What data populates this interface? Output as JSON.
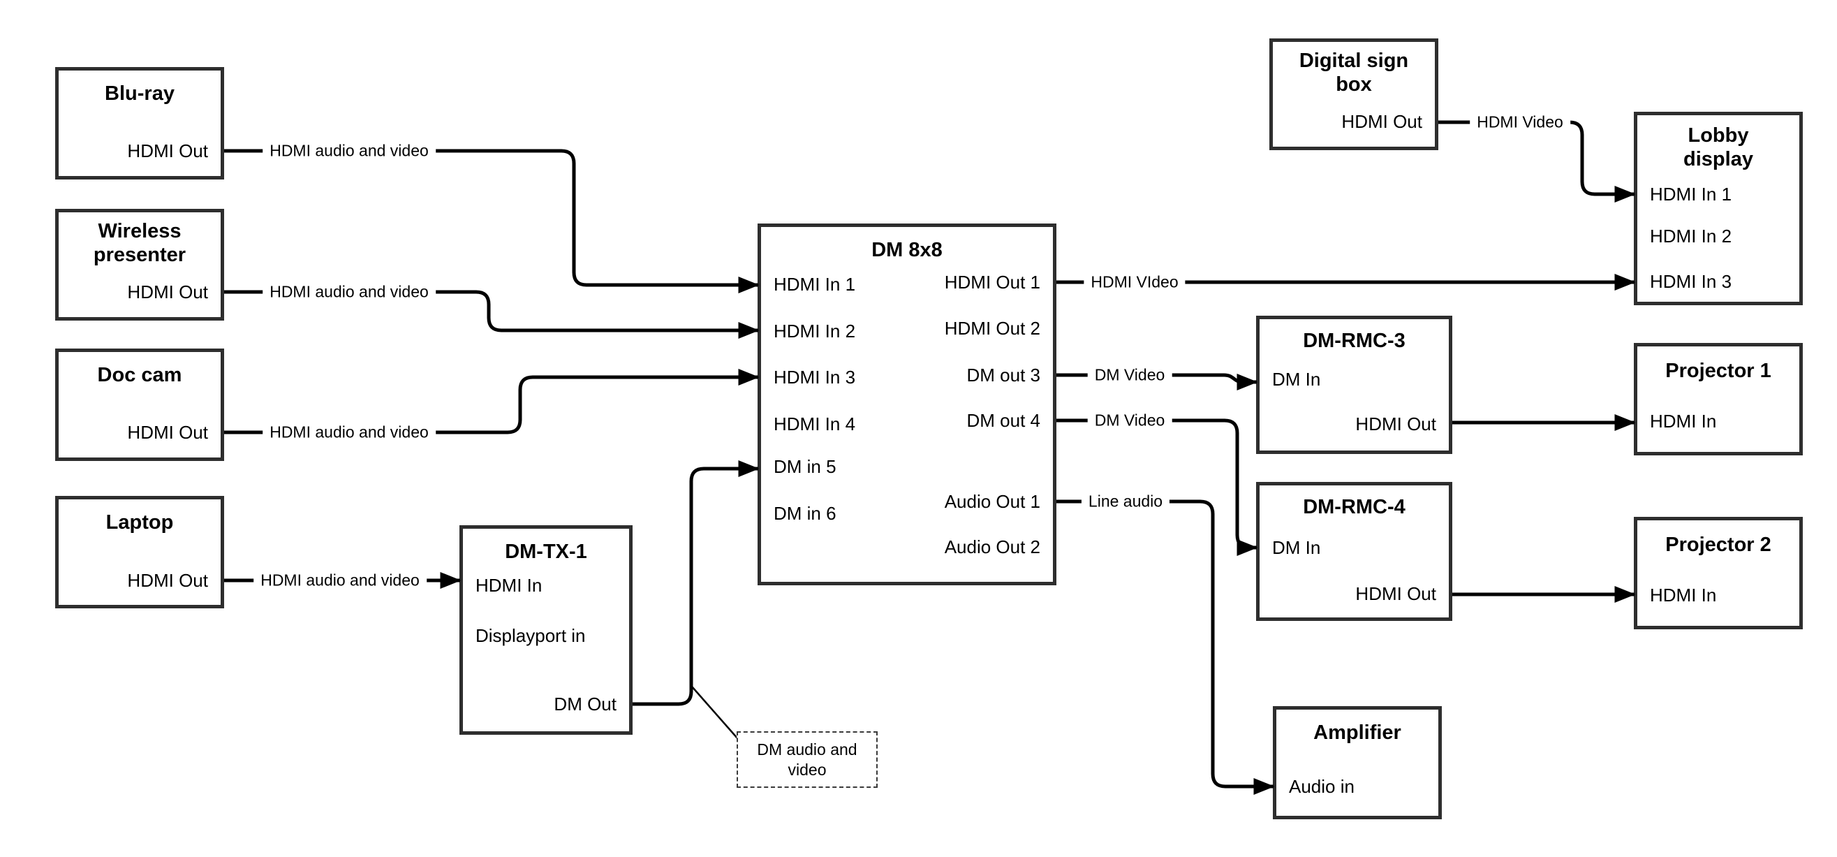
{
  "diagram": {
    "background_color": "#ffffff",
    "wire_color": "#000000",
    "box_border_color": "#2e2e2e"
  },
  "nodes": {
    "bluray": {
      "title": "Blu-ray",
      "port_hdmi_out": "HDMI Out"
    },
    "wireless_presenter": {
      "title": "Wireless presenter",
      "port_hdmi_out": "HDMI Out"
    },
    "doc_cam": {
      "title": "Doc cam",
      "port_hdmi_out": "HDMI Out"
    },
    "laptop": {
      "title": "Laptop",
      "port_hdmi_out": "HDMI Out"
    },
    "dm_tx_1": {
      "title": "DM-TX-1",
      "port_hdmi_in": "HDMI In",
      "port_displayport_in": "Displayport in",
      "port_dm_out": "DM Out"
    },
    "dm_8x8": {
      "title": "DM 8x8",
      "inputs": [
        "HDMI In 1",
        "HDMI In 2",
        "HDMI In 3",
        "HDMI In 4",
        "DM in 5",
        "DM in 6"
      ],
      "outputs": [
        "HDMI Out 1",
        "HDMI Out 2",
        "DM out 3",
        "DM out 4",
        "Audio Out 1",
        "Audio Out 2"
      ]
    },
    "digital_sign_box": {
      "title": "Digital sign box",
      "port_hdmi_out": "HDMI Out"
    },
    "lobby_display": {
      "title": "Lobby display",
      "inputs": [
        "HDMI In 1",
        "HDMI In 2",
        "HDMI In 3"
      ]
    },
    "dm_rmc_3": {
      "title": "DM-RMC-3",
      "port_dm_in": "DM In",
      "port_hdmi_out": "HDMI Out"
    },
    "projector_1": {
      "title": "Projector 1",
      "port_hdmi_in": "HDMI In"
    },
    "dm_rmc_4": {
      "title": "DM-RMC-4",
      "port_dm_in": "DM In",
      "port_hdmi_out": "HDMI Out"
    },
    "projector_2": {
      "title": "Projector 2",
      "port_hdmi_in": "HDMI In"
    },
    "amplifier": {
      "title": "Amplifier",
      "port_audio_in": "Audio in"
    }
  },
  "wire_labels": {
    "bluray_to_dm8x8": "HDMI audio and video",
    "wireless_to_dm8x8": "HDMI audio and video",
    "doccam_to_dm8x8": "HDMI audio and video",
    "laptop_to_dmtx1": "HDMI audio and video",
    "hdmiout1_to_lobby": "HDMI VIdeo",
    "dmout3_to_rmc3": "DM Video",
    "dmout4_to_rmc4": "DM Video",
    "audioout1_to_amp": "Line audio",
    "sign_to_lobby": "HDMI Video"
  },
  "callout": {
    "text": "DM audio and video"
  }
}
